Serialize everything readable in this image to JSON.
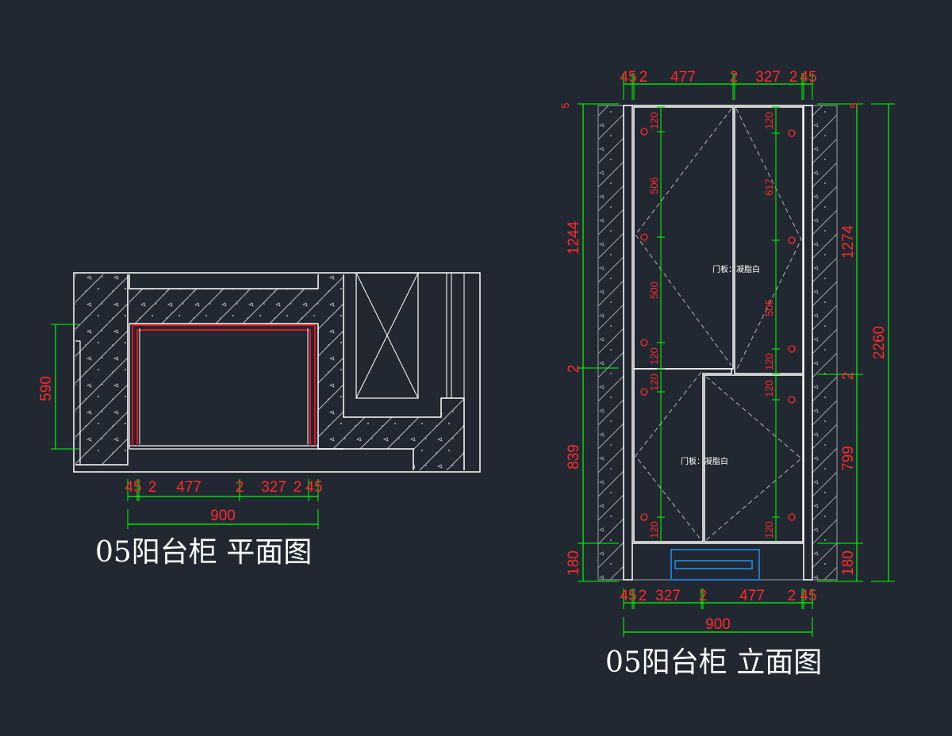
{
  "plan_view": {
    "title": "05阳台柜  平面图",
    "dims_top": [
      "45",
      "2",
      "477",
      "2",
      "327",
      "2",
      "45"
    ],
    "dim_total": "900",
    "dim_depth": "590"
  },
  "elevation_view": {
    "title": "05阳台柜  立面图",
    "dims_top": [
      "45",
      "2",
      "477",
      "2",
      "327",
      "2",
      "45"
    ],
    "dims_bottom": [
      "45",
      "2",
      "327",
      "2",
      "477",
      "2",
      "45"
    ],
    "dim_total": "900",
    "left_dims": [
      "1244",
      "2",
      "839",
      "180"
    ],
    "right_dims": [
      "1274",
      "2",
      "799",
      "180"
    ],
    "overall_height": "2260",
    "left_inner_dims": [
      "120",
      "506",
      "500",
      "120",
      "120",
      "120"
    ],
    "right_inner_dims": [
      "120",
      "617",
      "505",
      "120",
      "120",
      "120"
    ],
    "top_small": [
      "5",
      "5"
    ],
    "door_note_upper": "门板：凝脂白",
    "door_note_lower": "门板：凝脂白"
  },
  "colors": {
    "background": "#222831",
    "line": "#ffffff",
    "dimension": "#00ff00",
    "text_red": "#ff2a2a",
    "hatch": "#9aa0a6",
    "cabinet_red": "#e0141e",
    "drawer_blue": "#1e78c8"
  }
}
